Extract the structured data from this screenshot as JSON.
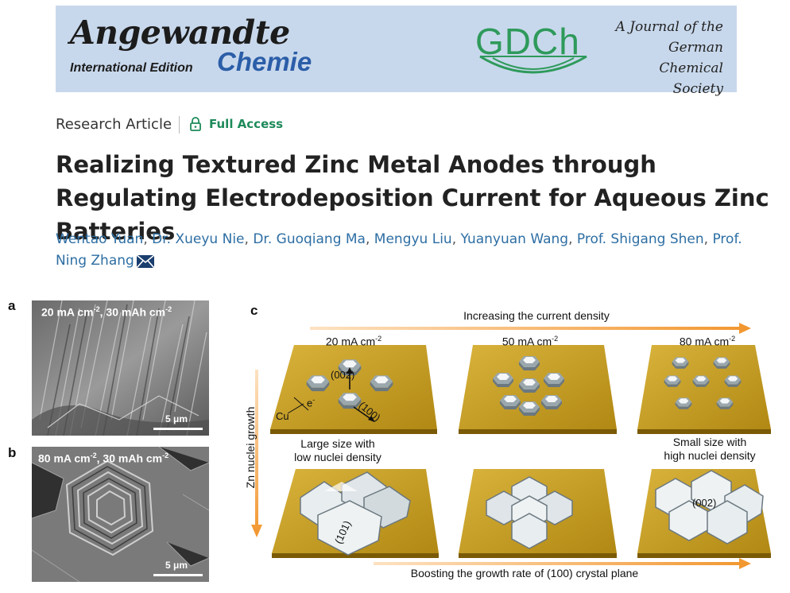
{
  "banner": {
    "journal_main": "Angewandte",
    "journal_edition": "International Edition",
    "journal_chemie": "Chemie",
    "society_logo": "GDCh",
    "society_line1": "A Journal of the",
    "society_line2": "German",
    "society_line3": "Chemical Society"
  },
  "article": {
    "type": "Research Article",
    "access": "Full Access",
    "title": "Realizing Textured Zinc Metal Anodes through Regulating Electrodeposition Current for Aqueous Zinc Batteries",
    "authors": [
      "Wentao Yuan",
      "Dr. Xueyu Nie",
      "Dr. Guoqiang Ma",
      "Mengyu Liu",
      "Yuanyuan Wang",
      "Prof. Shigang Shen",
      "Prof. Ning Zhang"
    ]
  },
  "figure": {
    "panel_a": {
      "label": "a",
      "caption": "20 mA cm",
      "caption_mid": ", 30 mAh cm",
      "exp": "-2",
      "scale": "5 μm"
    },
    "panel_b": {
      "label": "b",
      "caption": "80 mA cm",
      "caption_mid": ", 30 mAh cm",
      "exp": "-2",
      "scale": "5 μm"
    },
    "panel_c": {
      "label": "c",
      "top_arrow": "Increasing the current density",
      "bottom_arrow": "Boosting the growth rate of (100) crystal plane",
      "left_arrow": "Zn nuclei growth",
      "densities": [
        "20 mA cm",
        "50 mA cm",
        "80 mA cm"
      ],
      "density_exp": "-2",
      "label_002": "(002)",
      "label_100": "(100)",
      "label_cu": "Cu",
      "label_e": "e",
      "label_e_exp": "-",
      "left_desc_1": "Large size with",
      "left_desc_2": "low nuclei density",
      "right_desc_1": "Small size with",
      "right_desc_2": "high nuclei density",
      "label_101": "(101)",
      "label_002b": "(002)"
    }
  },
  "colors": {
    "banner_bg": "#c8d8ec",
    "chemie_blue": "#2b5ea8",
    "gdch_green": "#2e9a5b",
    "link_blue": "#2d6ea3",
    "access_green": "#1e8a5a",
    "arrow_orange": "#f2962e",
    "plate_gold": "#c09a1c"
  },
  "icons": [
    "lock-icon",
    "mail-icon"
  ]
}
